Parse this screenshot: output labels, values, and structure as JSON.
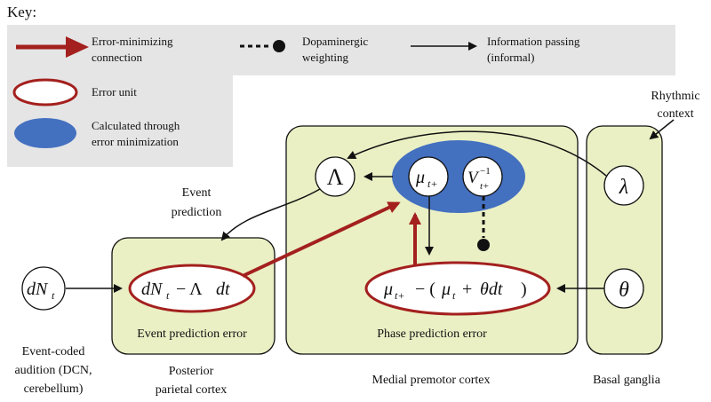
{
  "key": {
    "title": "Key:",
    "error_minimizing": [
      "Error-minimizing",
      "connection"
    ],
    "dopaminergic": [
      "Dopaminergic",
      "weighting"
    ],
    "information_passing": [
      "Information passing",
      "(informal)"
    ],
    "error_unit": "Error unit",
    "calculated": [
      "Calculated through",
      "error minimization"
    ]
  },
  "regions": {
    "posterior_parietal": {
      "name": [
        "Posterior",
        "parietal cortex"
      ],
      "error_label": "Event prediction error"
    },
    "medial_premotor": {
      "name": "Medial premotor cortex",
      "error_label": "Phase prediction error"
    },
    "basal_ganglia": {
      "name": "Basal ganglia"
    }
  },
  "nodes": {
    "dNt": {
      "main": "dN",
      "sub": "t"
    },
    "lambda_cap": "Λ",
    "mu": {
      "main": "μ",
      "sub": "t+"
    },
    "V": {
      "main": "V",
      "sup": "−1",
      "sub": "t+"
    },
    "lambda_small": "λ",
    "theta": "θ",
    "event_error": {
      "a": "dN",
      "a_sub": "t",
      "b": " − Λ",
      "c": "dt"
    },
    "phase_error": {
      "mu": "μ",
      "mu_sub": "t+",
      "mid": " − (",
      "mu2": "μ",
      "mu2_sub": "t",
      "plus": " + ",
      "th": "θdt",
      "end": ")"
    }
  },
  "annotations": {
    "event_prediction": [
      "Event",
      "prediction"
    ],
    "rhythmic_context": [
      "Rhythmic",
      "context"
    ],
    "event_coded": [
      "Event-coded",
      "audition (DCN,",
      "cerebellum)"
    ]
  },
  "colors": {
    "region_fill": "#eaf0c4",
    "error_red": "#a3201e",
    "calc_blue": "#4470c0",
    "key_bg": "#e5e5e5"
  }
}
